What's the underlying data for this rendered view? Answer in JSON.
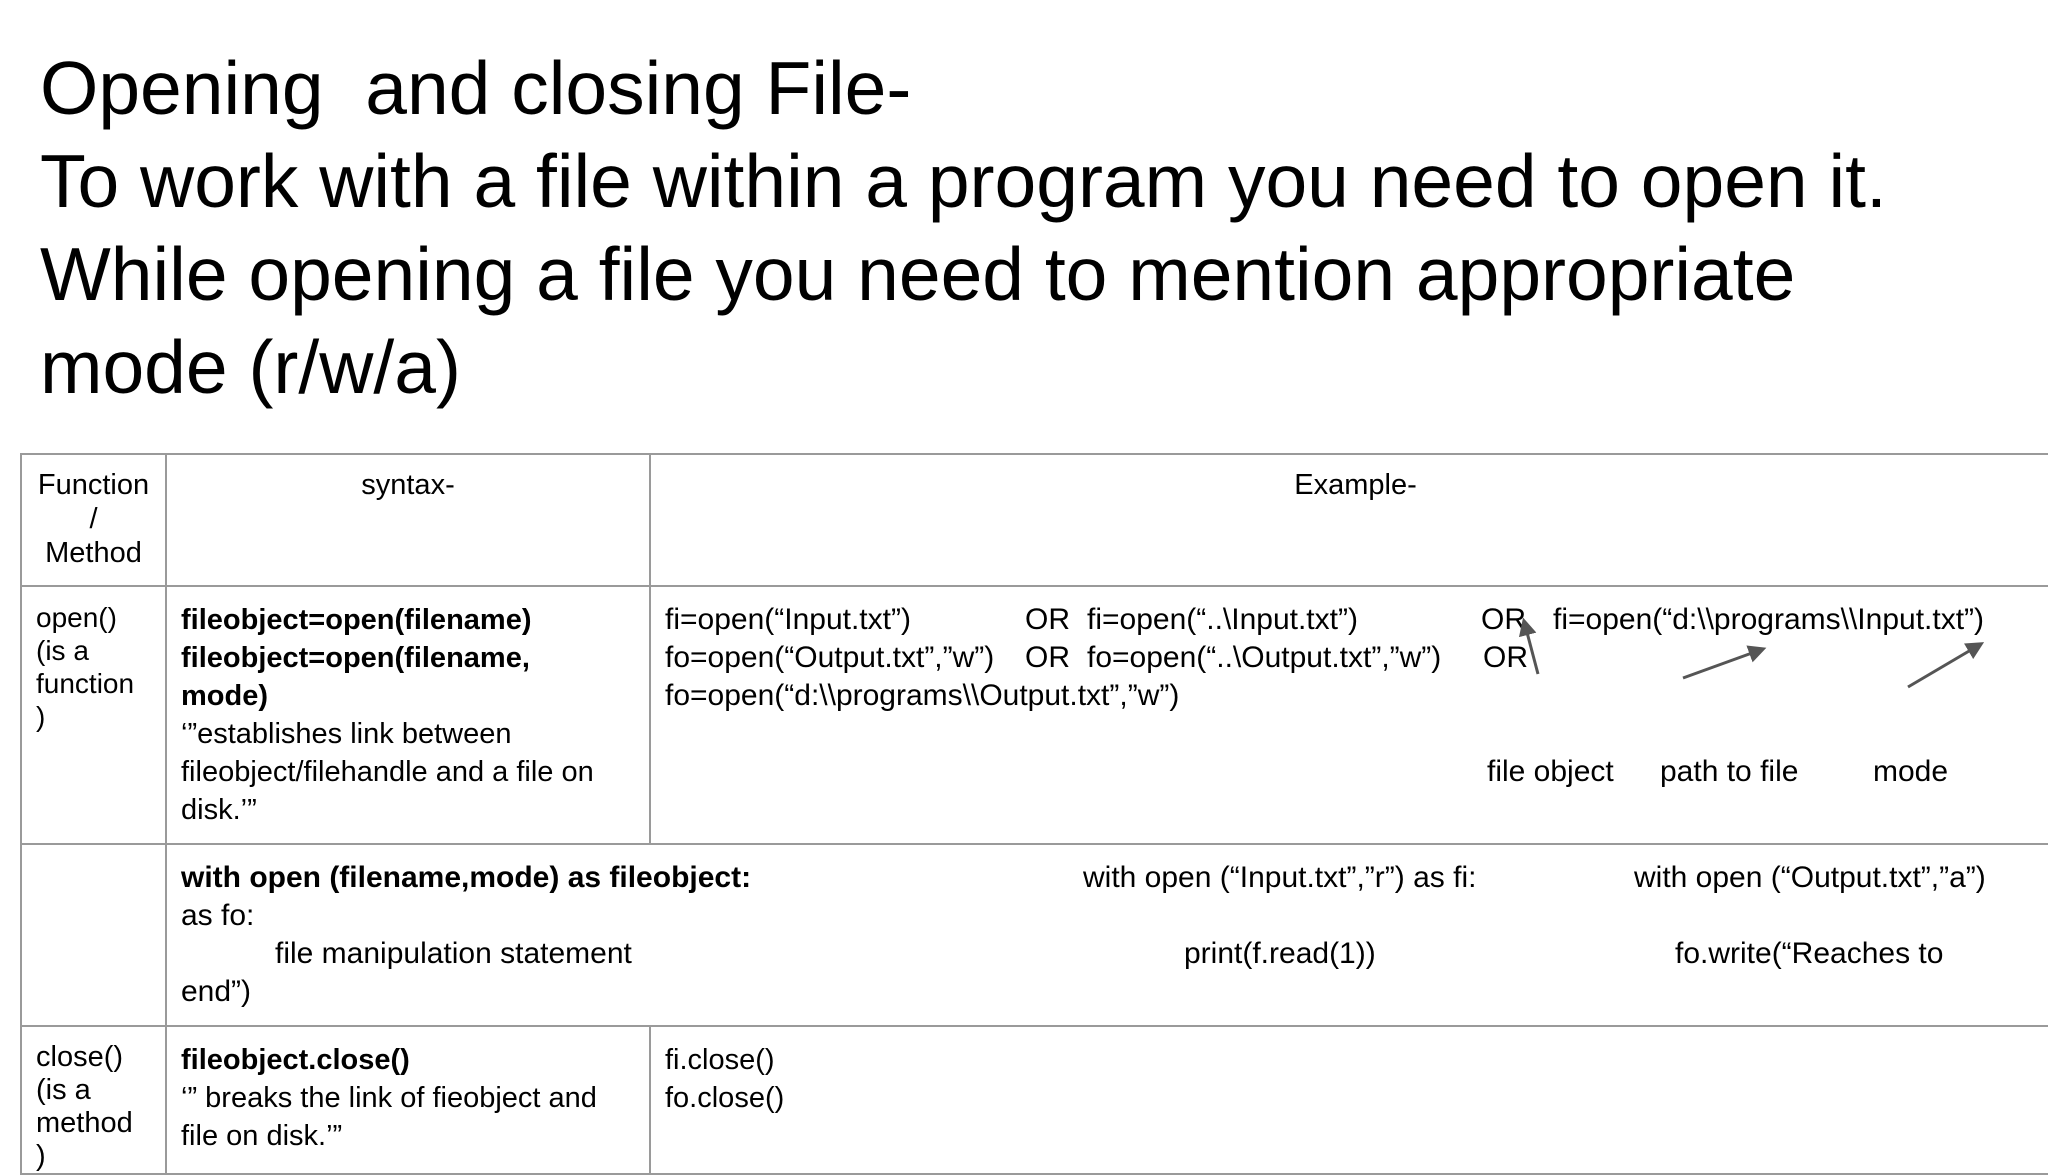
{
  "heading": {
    "lines": [
      "Opening  and closing File-",
      "To work with a file within a program you need to open it.",
      "While opening a file you need to mention appropriate",
      "mode (r/w/a)"
    ]
  },
  "table": {
    "headers": {
      "function": "Function\n/\nMethod",
      "syntax": "syntax-",
      "example": "Example-"
    },
    "row_open": {
      "function": "open()\n(is a\nfunction\n)",
      "syntax_bold_1": "fileobject=open(filename)",
      "syntax_bold_2": "fileobject=open(filename,\nmode)",
      "syntax_note": "‘”establishes link between\nfileobject/filehandle and a file on\ndisk.’”",
      "example_line1_a": "fi=open(“Input.txt”)",
      "example_line1_or1": "OR",
      "example_line1_b": "fi=open(“..\\Input.txt”)",
      "example_line1_or2": "OR",
      "example_line1_c": "fi=open(“d:\\\\programs\\\\Input.txt”)",
      "example_line2_a": "fo=open(“Output.txt”,”w”)",
      "example_line2_or1": "OR",
      "example_line2_b": "fo=open(“..\\Output.txt”,”w”)",
      "example_line2_or2": "OR",
      "example_line3": "fo=open(“d:\\\\programs\\\\Output.txt”,”w”)",
      "label_file_object": "file object",
      "label_path": "path to file",
      "label_mode": "mode"
    },
    "row_with": {
      "syntax_bold": "with open (filename,mode) as fileobject:",
      "syntax_line2": "as fo:",
      "syntax_line3": "file manipulation statement",
      "syntax_line4": "end”)",
      "example_mid_1": "with open (“Input.txt”,”r”) as fi:",
      "example_mid_2": "print(f.read(1))",
      "example_right_1": "with open (“Output.txt”,”a”)",
      "example_right_2": "fo.write(“Reaches to"
    },
    "row_close": {
      "function": "close()\n(is a\nmethod\n)",
      "syntax_bold": "fileobject.close()",
      "syntax_note": "‘” breaks the link of fieobject and\nfile on disk.’”",
      "example_1": "fi.close()",
      "example_2": "fo.close()"
    }
  },
  "colors": {
    "border": "#9a9a9a",
    "arrow": "#555555"
  }
}
